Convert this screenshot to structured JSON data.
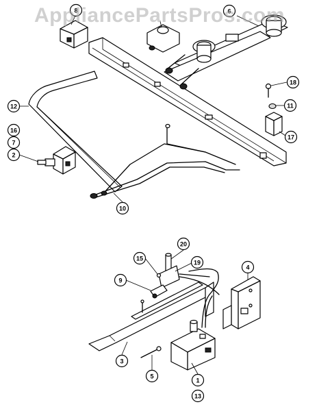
{
  "watermark": "AppliancePartsPros.com",
  "callouts": [
    {
      "id": "c8",
      "label": "8"
    },
    {
      "id": "c6",
      "label": "6"
    },
    {
      "id": "c18",
      "label": "18"
    },
    {
      "id": "c11",
      "label": "11"
    },
    {
      "id": "c17",
      "label": "17"
    },
    {
      "id": "c12",
      "label": "12"
    },
    {
      "id": "c16",
      "label": "16"
    },
    {
      "id": "c7",
      "label": "7"
    },
    {
      "id": "c2",
      "label": "2"
    },
    {
      "id": "c10",
      "label": "10"
    },
    {
      "id": "c20",
      "label": "20"
    },
    {
      "id": "c15",
      "label": "15"
    },
    {
      "id": "c19",
      "label": "19"
    },
    {
      "id": "c9",
      "label": "9"
    },
    {
      "id": "c4",
      "label": "4"
    },
    {
      "id": "c3",
      "label": "3"
    },
    {
      "id": "c5",
      "label": "5"
    },
    {
      "id": "c1",
      "label": "1"
    },
    {
      "id": "c13",
      "label": "13"
    }
  ]
}
